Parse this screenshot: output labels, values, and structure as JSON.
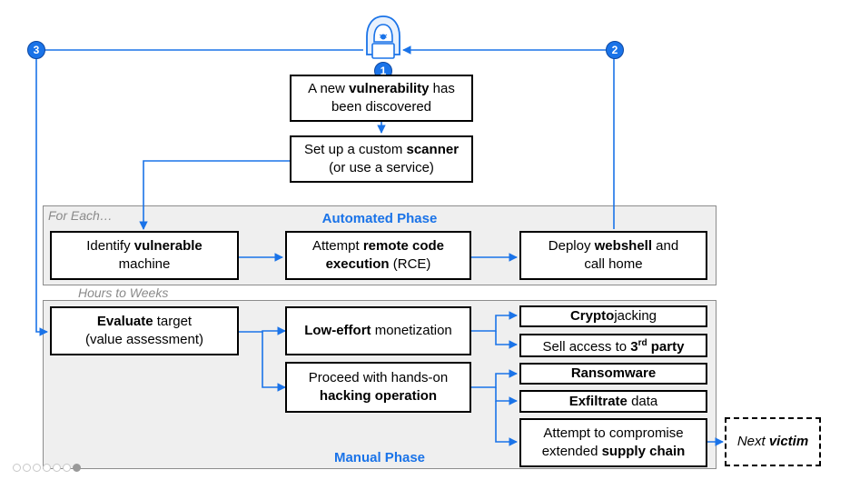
{
  "notes": {
    "for_each": "For Each…",
    "hours_to_weeks": "Hours to Weeks"
  },
  "phases": {
    "automated": "Automated Phase",
    "manual": "Manual Phase"
  },
  "badges": [
    "1",
    "2",
    "3"
  ],
  "boxes": {
    "vulnerability": {
      "pre": "A new ",
      "bold": "vulnerability",
      "post": " has",
      "line2": "been discovered"
    },
    "scanner": {
      "pre": "Set up a custom ",
      "bold": "scanner",
      "line2": "(or use a service)"
    },
    "identify": {
      "pre": "Identify ",
      "bold": "vulnerable",
      "line2": "machine"
    },
    "rce": {
      "pre": "Attempt ",
      "bold": "remote code",
      "bold2": "execution",
      "post2": " (RCE)"
    },
    "webshell": {
      "pre": "Deploy ",
      "bold": "webshell",
      "post": " and",
      "line2": "call home"
    },
    "evaluate": {
      "bold": "Evaluate",
      "post": " target",
      "line2": "(value assessment)"
    },
    "low_effort": {
      "bold": "Low-effort",
      "post": " monetization"
    },
    "hands_on": {
      "line1": "Proceed with hands-on",
      "bold2": "hacking operation"
    },
    "cryptojacking": {
      "bold": "Crypto",
      "post": "jacking"
    },
    "sell_access": {
      "pre": "Sell access to ",
      "bold": "3",
      "sup": "rd",
      "bold_post": " party"
    },
    "ransomware": {
      "bold": "Ransomware"
    },
    "exfiltrate": {
      "bold": "Exfiltrate",
      "post": " data"
    },
    "supply_chain": {
      "line1": "Attempt to compromise",
      "pre2": "extended ",
      "bold2": "supply chain"
    },
    "next_victim": {
      "pre": "Next ",
      "bold": "victim"
    }
  },
  "icons": {
    "hacker": "hooded-hacker-icon",
    "bug": "bug-icon"
  },
  "colors": {
    "accent": "#1a73e8",
    "phase_bg": "#efefef",
    "note": "#8a8a8a"
  },
  "slide_dots": 7,
  "active_dot": 6
}
